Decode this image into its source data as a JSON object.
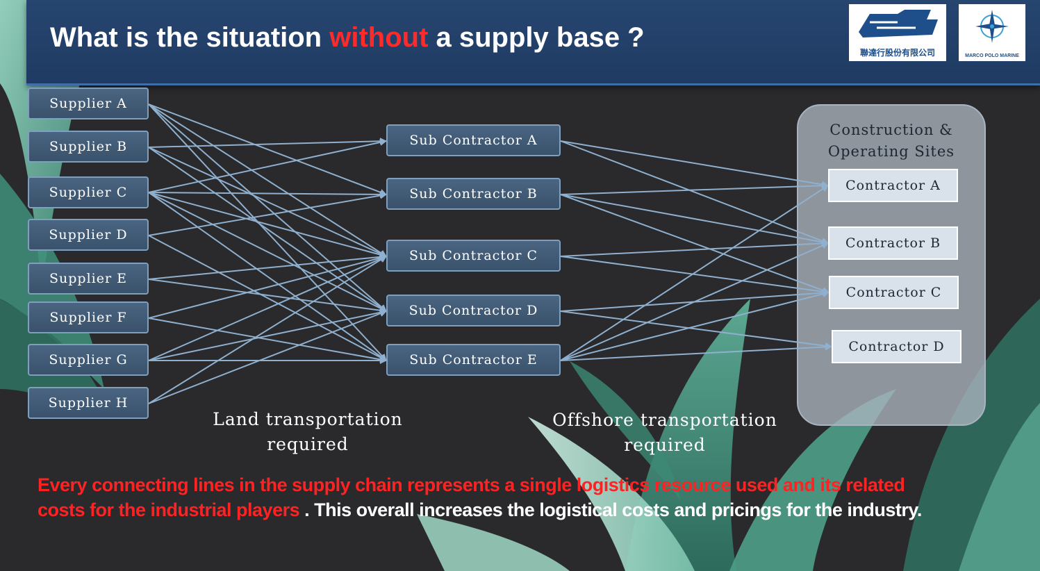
{
  "header": {
    "title_pre": "What is the situation ",
    "title_highlight": "without",
    "title_post": " a supply base ?",
    "logo1_text": "聯達行股份有限公司",
    "logo2_text": "MARCO POLO MARINE"
  },
  "colors": {
    "highlight": "#ff2a2a",
    "header": "#26456f",
    "box": "#4a6582",
    "line": "#8fb0cf",
    "leaf": "#7fc7b3"
  },
  "suppliers": [
    {
      "label": "Supplier A"
    },
    {
      "label": "Supplier B"
    },
    {
      "label": "Supplier C"
    },
    {
      "label": "Supplier D"
    },
    {
      "label": "Supplier E"
    },
    {
      "label": "Supplier F"
    },
    {
      "label": "Supplier G"
    },
    {
      "label": "Supplier H"
    }
  ],
  "subcontractors": [
    {
      "label": "Sub Contractor A"
    },
    {
      "label": "Sub Contractor B"
    },
    {
      "label": "Sub Contractor C"
    },
    {
      "label": "Sub Contractor D"
    },
    {
      "label": "Sub Contractor E"
    }
  ],
  "sites": {
    "title_line1": "Construction &",
    "title_line2": "Operating Sites",
    "contractors": [
      {
        "label": "Contractor A"
      },
      {
        "label": "Contractor B"
      },
      {
        "label": "Contractor C"
      },
      {
        "label": "Contractor D"
      }
    ]
  },
  "land_links": [
    [
      0,
      1
    ],
    [
      0,
      2
    ],
    [
      0,
      3
    ],
    [
      0,
      4
    ],
    [
      1,
      0
    ],
    [
      1,
      2
    ],
    [
      1,
      3
    ],
    [
      2,
      0
    ],
    [
      2,
      1
    ],
    [
      2,
      2
    ],
    [
      2,
      3
    ],
    [
      2,
      4
    ],
    [
      3,
      1
    ],
    [
      3,
      4
    ],
    [
      4,
      2
    ],
    [
      4,
      3
    ],
    [
      5,
      2
    ],
    [
      5,
      4
    ],
    [
      6,
      2
    ],
    [
      6,
      3
    ],
    [
      6,
      4
    ],
    [
      7,
      2
    ],
    [
      7,
      3
    ]
  ],
  "offshore_links": [
    [
      0,
      0
    ],
    [
      0,
      1
    ],
    [
      1,
      0
    ],
    [
      1,
      1
    ],
    [
      1,
      2
    ],
    [
      2,
      1
    ],
    [
      2,
      2
    ],
    [
      3,
      2
    ],
    [
      3,
      3
    ],
    [
      4,
      0
    ],
    [
      4,
      1
    ],
    [
      4,
      2
    ],
    [
      4,
      3
    ]
  ],
  "captions": {
    "land_line1": "Land transportation",
    "land_line2": "required",
    "offshore_line1": "Offshore transportation",
    "offshore_line2": "required"
  },
  "footer": {
    "red_text": "Every connecting lines in the supply chain represents a single logistics resource used and its related costs for the industrial players",
    "white_text": " .  This overall increases the logistical costs and pricings for the industry."
  }
}
